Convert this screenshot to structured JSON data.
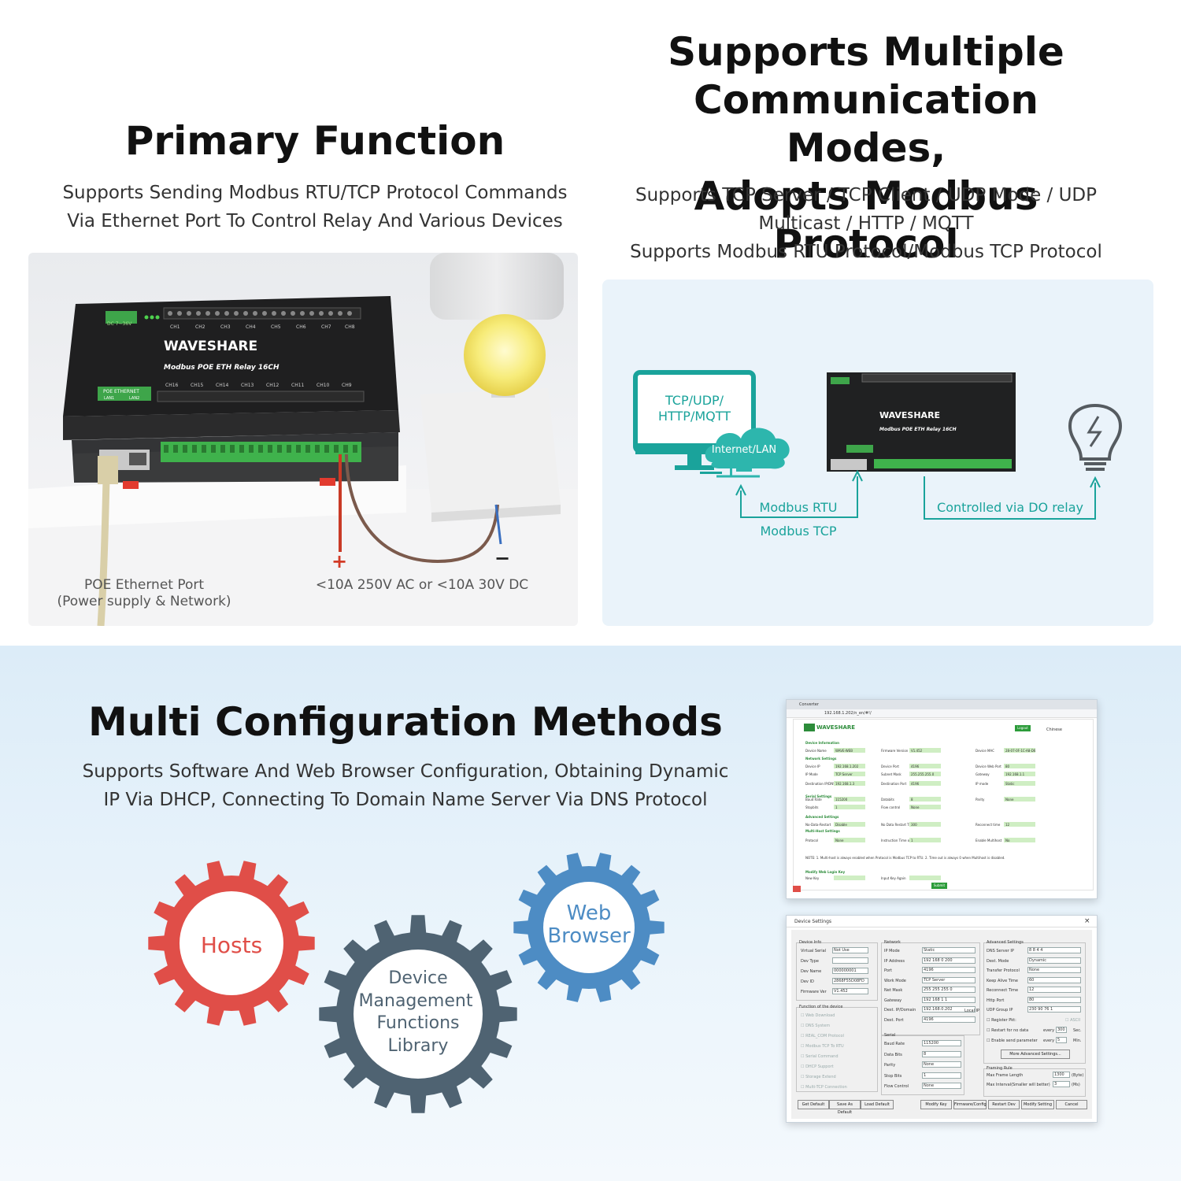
{
  "primary": {
    "title": "Primary Function",
    "subtitle_lines": [
      "Supports Sending Modbus RTU/TCP Protocol Commands",
      "Via Ethernet Port To Control Relay And Various Devices"
    ],
    "device": {
      "brand": "WAVESHARE",
      "model": "Modbus POE ETH Relay 16CH",
      "power_label": "DC 7~36V",
      "poe_label": "POE ETHERNET",
      "lan1": "LAN1",
      "lan2": "LAN2",
      "channels_top": [
        "CH1",
        "CH2",
        "CH3",
        "CH4",
        "CH5",
        "CH6",
        "CH7",
        "CH8"
      ],
      "channels_bottom": [
        "CH16",
        "CH15",
        "CH14",
        "CH13",
        "CH12",
        "CH11",
        "CH10",
        "CH9"
      ]
    },
    "plus_sign": "+",
    "minus_sign": "−",
    "caption_poe_lines": [
      "POE Ethernet Port",
      "(Power supply & Network)"
    ],
    "caption_rating": "<10A 250V AC or <10A 30V DC"
  },
  "modes": {
    "title_lines": [
      "Supports Multiple",
      "Communication Modes,",
      "Adopts Modbus Protocol"
    ],
    "subtitle_lines": [
      "Supports TCP Server / TCP Client / UDP Mode / UDP",
      "Multicast / HTTP / MQTT",
      "Supports Modbus RTU Protocol/Modbus TCP Protocol"
    ],
    "pc_text_lines": [
      "TCP/UDP/",
      "HTTP/MQTT"
    ],
    "cloud_text": "Internet/LAN",
    "rtu_label": "Modbus RTU",
    "tcp_label": "Modbus TCP",
    "relay_label": "Controlled via DO relay"
  },
  "config": {
    "title": "Multi Configuration Methods",
    "subtitle_lines": [
      "Supports Software And Web Browser Configuration, Obtaining Dynamic",
      "IP Via DHCP, Connecting To Domain Name Server Via DNS Protocol"
    ],
    "gear_hosts": "Hosts",
    "gear_library_lines": [
      "Device",
      "Management",
      "Functions",
      "Library"
    ],
    "gear_web_lines": [
      "Web",
      "Browser"
    ],
    "colors": {
      "red": "#e04e48",
      "gray": "#4f6372",
      "blue": "#4d8cc4",
      "teal": "#1aa39b",
      "green": "#2c8c3a"
    }
  },
  "web_screenshot": {
    "tab_title": "Converter",
    "url": "192.168.1.202/n_en/#!/",
    "brand": "WAVESHARE",
    "login_button": "Logout",
    "lang": "Chinese",
    "sections": [
      "Device Information",
      "Network Settings",
      "Serial Settings",
      "Advanced Settings",
      "Multi-Host Settings",
      "Modify Web Login Key"
    ],
    "rows": [
      [
        "Device Name",
        "WAVE-WEB",
        "Firmware Version",
        "V1.452",
        "Device MAC",
        "28-07-0F-1C-A8-D6"
      ],
      [
        "Device IP",
        "192.168.1.202",
        "Device Port",
        "4196",
        "Device Web Port",
        "80"
      ],
      [
        "IP Mode",
        "TCP Server",
        "Subnet Mask",
        "255.255.255.0",
        "Gateway",
        "192.168.1.1"
      ],
      [
        "Destination IP/DNS",
        "192.168.1.3",
        "Destination Port",
        "4196",
        "IP mode",
        "Static"
      ],
      [
        "Baud Rate",
        "115200",
        "Databits",
        "8",
        "Parity",
        "None"
      ],
      [
        "Stopbits",
        "1",
        "Flow control",
        "None",
        "",
        ""
      ],
      [
        "No-Data-Restart",
        "Disable",
        "No Data Restart Time",
        "300",
        "Reconnect time",
        "12"
      ],
      [
        "Protocol",
        "None",
        "Instruction Time out",
        "1",
        "Enable Multihost",
        "No"
      ],
      [
        "New Key",
        "",
        "Input Key Again",
        "",
        "",
        ""
      ]
    ],
    "note": "NOTE: 1. Multi-host is always enabled when Protocol is Modbus TCP to RTU. 2. Time out is always 0 when Multihost is disabled.",
    "submit": "Submit"
  },
  "win_screenshot": {
    "title": "Device Settings",
    "close": "×",
    "device_info": {
      "group": "Device Info",
      "rows": [
        [
          "Virtual Serial",
          "Not Use"
        ],
        [
          "Dev Type",
          ""
        ],
        [
          "Dev Name",
          "000000001"
        ],
        [
          "Dev ID",
          "2868F55D08FD"
        ],
        [
          "Firmware Ver",
          "V1.452"
        ]
      ]
    },
    "functions": {
      "group": "Function of the device",
      "items": [
        "Web Download",
        "DNS System",
        "REAL_COM Protocol",
        "Modbus TCP To RTU",
        "Serial Command",
        "DHCP Support",
        "Storage Extend",
        "Multi-TCP Connection"
      ]
    },
    "network": {
      "group": "Network",
      "rows": [
        [
          "IP Mode",
          "Static"
        ],
        [
          "IP Address",
          "192  168  0  200"
        ],
        [
          "Port",
          "4196"
        ],
        [
          "Work Mode",
          "TCP Server"
        ],
        [
          "Net Mask",
          "255  255  255  0"
        ],
        [
          "Gateway",
          "192  168  1  1"
        ],
        [
          "Dest. IP/Domain",
          "192.168.0.202"
        ],
        [
          "Dest. Port",
          "4196"
        ]
      ],
      "local_ip": "Local IP"
    },
    "serial": {
      "group": "Serial",
      "rows": [
        [
          "Baud Rate",
          "115200"
        ],
        [
          "Data Bits",
          "8"
        ],
        [
          "Parity",
          "None"
        ],
        [
          "Stop Bits",
          "1"
        ],
        [
          "Flow Control",
          "None"
        ]
      ]
    },
    "advanced": {
      "group": "Advanced Settings",
      "rows": [
        [
          "DNS Server IP",
          "8  8  4  4"
        ],
        [
          "Dest. Mode",
          "Dynamic"
        ],
        [
          "Transfer Protocol",
          "None"
        ],
        [
          "Keep Alive Time",
          "60"
        ],
        [
          "Reconnect Time",
          "12"
        ],
        [
          "Http Port",
          "80"
        ],
        [
          "UDP Group IP",
          "230  90  76  1"
        ]
      ],
      "checks": [
        "Register Pkt:",
        "Restart for no data",
        "Enable send parameter"
      ],
      "ascii": "ASCII",
      "every1": "every",
      "every1_val": "300",
      "sec": "Sec.",
      "every2": "every",
      "every2_val": "5",
      "min": "Min.",
      "more_button": "More Advanced Settings..."
    },
    "framing": {
      "group": "Framing Rule",
      "rows": [
        [
          "Max Frame Length",
          "1300",
          "(Byte)"
        ],
        [
          "Max Interval(Smaller will better)",
          "3",
          "(Ms)"
        ]
      ]
    },
    "buttons": [
      "Get Default",
      "Save As Default",
      "Load Default",
      "Modify Key",
      "Firmware/Config",
      "Restart Dev",
      "Modify Setting",
      "Cancel"
    ]
  }
}
